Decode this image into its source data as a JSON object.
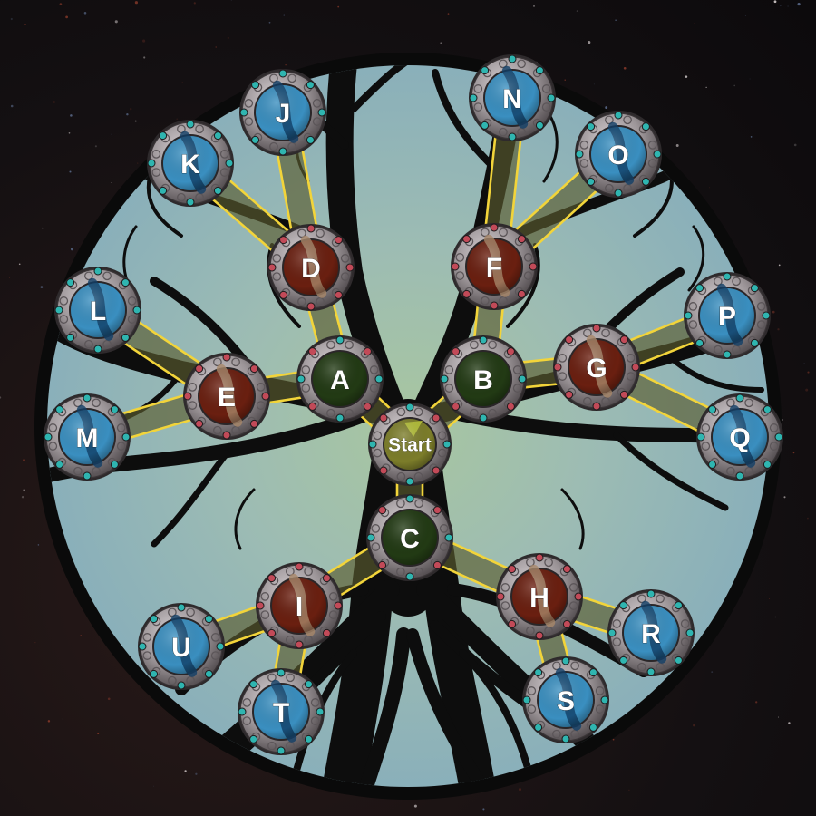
{
  "board": {
    "background_color": "#8fb3bd",
    "center_glow_color": "#a9c79a",
    "rim_color": "#0a0a0a",
    "tree_color": "#0d0d0d",
    "link_color": "#f2d43a",
    "link_fill": "#5b5c2f"
  },
  "colors": {
    "start": "#7c7d2a",
    "tier1": "#223a14",
    "tier2": "#6a1f10",
    "tier2_streak": "#a78769",
    "leaf": "#3a8fc0",
    "leaf_streak": "#123e66",
    "frame": "#a8a2a5",
    "frame_dark": "#4a4548",
    "gem_teal": "#2fb5b0",
    "gem_red": "#c24a58"
  },
  "nodes": [
    {
      "id": "start",
      "label": "Start",
      "tier": "start",
      "icon": "start-icon"
    },
    {
      "id": "A",
      "label": "A",
      "tier": "tier1",
      "icon": "skill-node-icon"
    },
    {
      "id": "B",
      "label": "B",
      "tier": "tier1",
      "icon": "skill-node-icon"
    },
    {
      "id": "C",
      "label": "C",
      "tier": "tier1",
      "icon": "skill-node-icon"
    },
    {
      "id": "D",
      "label": "D",
      "tier": "tier2",
      "icon": "skill-node-icon"
    },
    {
      "id": "E",
      "label": "E",
      "tier": "tier2",
      "icon": "skill-node-icon"
    },
    {
      "id": "F",
      "label": "F",
      "tier": "tier2",
      "icon": "skill-node-icon"
    },
    {
      "id": "G",
      "label": "G",
      "tier": "tier2",
      "icon": "skill-node-icon"
    },
    {
      "id": "H",
      "label": "H",
      "tier": "tier2",
      "icon": "skill-node-icon"
    },
    {
      "id": "I",
      "label": "I",
      "tier": "tier2",
      "icon": "skill-node-icon"
    },
    {
      "id": "J",
      "label": "J",
      "tier": "leaf",
      "icon": "skill-node-icon"
    },
    {
      "id": "K",
      "label": "K",
      "tier": "leaf",
      "icon": "skill-node-icon"
    },
    {
      "id": "L",
      "label": "L",
      "tier": "leaf",
      "icon": "skill-node-icon"
    },
    {
      "id": "M",
      "label": "M",
      "tier": "leaf",
      "icon": "skill-node-icon"
    },
    {
      "id": "N",
      "label": "N",
      "tier": "leaf",
      "icon": "skill-node-icon"
    },
    {
      "id": "O",
      "label": "O",
      "tier": "leaf",
      "icon": "skill-node-icon"
    },
    {
      "id": "P",
      "label": "P",
      "tier": "leaf",
      "icon": "skill-node-icon"
    },
    {
      "id": "Q",
      "label": "Q",
      "tier": "leaf",
      "icon": "skill-node-icon"
    },
    {
      "id": "R",
      "label": "R",
      "tier": "leaf",
      "icon": "skill-node-icon"
    },
    {
      "id": "S",
      "label": "S",
      "tier": "leaf",
      "icon": "skill-node-icon"
    },
    {
      "id": "T",
      "label": "T",
      "tier": "leaf",
      "icon": "skill-node-icon"
    },
    {
      "id": "U",
      "label": "U",
      "tier": "leaf",
      "icon": "skill-node-icon"
    }
  ],
  "links": [
    [
      "start",
      "A"
    ],
    [
      "start",
      "B"
    ],
    [
      "start",
      "C"
    ],
    [
      "A",
      "D"
    ],
    [
      "A",
      "E"
    ],
    [
      "B",
      "F"
    ],
    [
      "B",
      "G"
    ],
    [
      "C",
      "H"
    ],
    [
      "C",
      "I"
    ],
    [
      "D",
      "J"
    ],
    [
      "D",
      "K"
    ],
    [
      "E",
      "L"
    ],
    [
      "E",
      "M"
    ],
    [
      "F",
      "N"
    ],
    [
      "F",
      "O"
    ],
    [
      "G",
      "P"
    ],
    [
      "G",
      "Q"
    ],
    [
      "H",
      "R"
    ],
    [
      "H",
      "S"
    ],
    [
      "I",
      "T"
    ],
    [
      "I",
      "U"
    ]
  ]
}
